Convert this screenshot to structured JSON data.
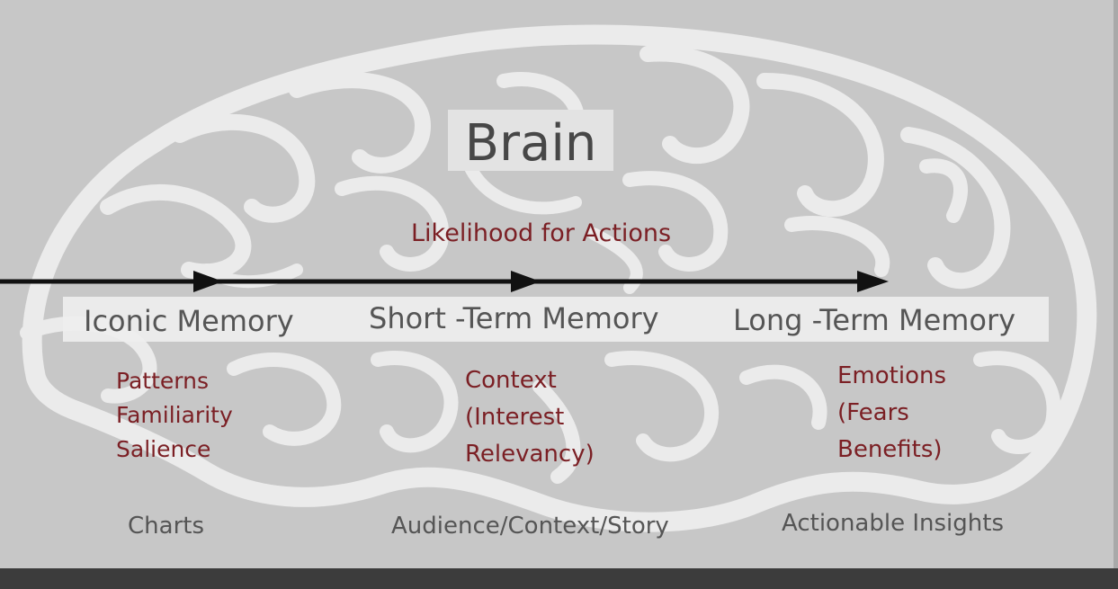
{
  "diagram": {
    "title": "Brain",
    "arrow_label": "Likelihood for Actions",
    "stages": [
      {
        "name": "Iconic Memory",
        "items": [
          "Patterns",
          "Familiarity",
          "Salience"
        ],
        "output": "Charts"
      },
      {
        "name": "Short -Term Memory",
        "items": [
          "Context",
          "(Interest",
          "Relevancy)"
        ],
        "output": "Audience/Context/Story"
      },
      {
        "name": "Long -Term Memory",
        "items": [
          "Emotions",
          "(Fears",
          "Benefits)"
        ],
        "output": "Actionable Insights"
      }
    ]
  },
  "colors": {
    "background": "#c7c7c7",
    "brain_outline": "#ebebeb",
    "accent_text": "#7b1f24",
    "body_text": "#555555",
    "arrow": "#111111"
  }
}
